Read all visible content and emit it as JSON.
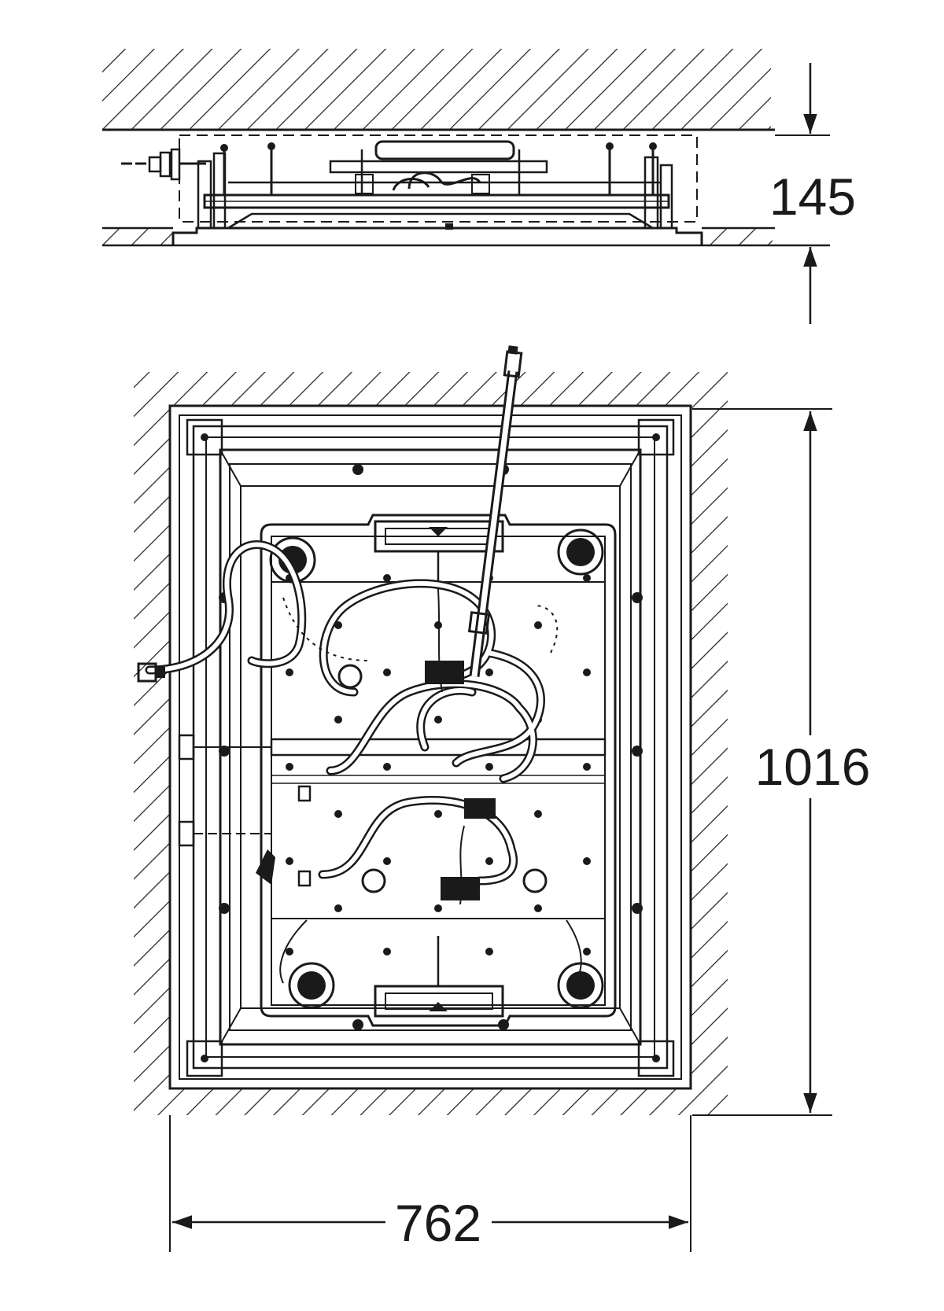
{
  "dimensions": {
    "depth": "145",
    "length": "1016",
    "width": "762"
  },
  "colors": {
    "ink": "#1a1a1a",
    "paper": "#ffffff",
    "hatch": "#2a2a2a"
  }
}
